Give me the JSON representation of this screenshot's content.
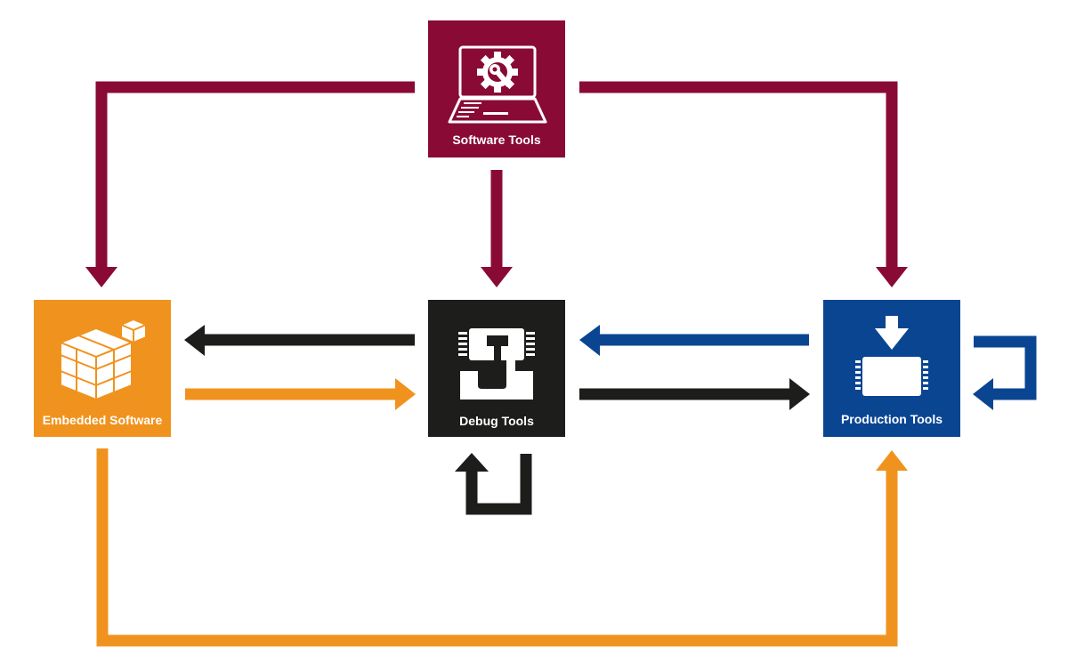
{
  "colors": {
    "software": "#8a0a36",
    "embedded": "#f0931e",
    "debug": "#1d1d1b",
    "production": "#0a4592",
    "background": "#ffffff"
  },
  "nodes": {
    "software_tools": {
      "label": "Software Tools",
      "icon": "laptop-gear-icon"
    },
    "embedded_software": {
      "label": "Embedded Software",
      "icon": "cube-blocks-icon"
    },
    "debug_tools": {
      "label": "Debug Tools",
      "icon": "j-link-chip-icon"
    },
    "production_tools": {
      "label": "Production Tools",
      "icon": "chip-download-icon"
    }
  }
}
